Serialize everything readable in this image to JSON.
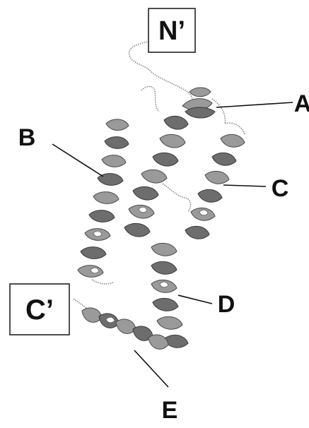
{
  "labels": {
    "n_terminus": "N’",
    "c_terminus": "C’",
    "helix_a": "A",
    "helix_b": "B",
    "helix_c": "C",
    "helix_d": "D",
    "helix_e": "E"
  },
  "colors": {
    "helix_fill": "#9a9a9a",
    "helix_shadow": "#6d6d6d",
    "outline": "#3a3a3a",
    "text": "#111111"
  }
}
